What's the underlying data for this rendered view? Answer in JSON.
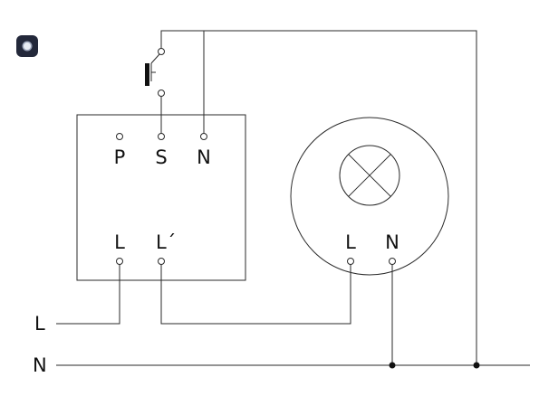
{
  "app": {
    "icon": "app-launcher-icon"
  },
  "diagram": {
    "dimmer_terminals": {
      "p": "P",
      "s": "S",
      "n": "N",
      "l": "L",
      "l_prime": "L´"
    },
    "lamp_terminals": {
      "l": "L",
      "n": "N"
    },
    "mains": {
      "l": "L",
      "n": "N"
    },
    "icons": {
      "pushbutton": "pushbutton-icon",
      "lamp": "lamp-cross-icon"
    },
    "colors": {
      "wire": "#2a2a2a",
      "text": "#111111",
      "badge": "#23283a"
    }
  }
}
